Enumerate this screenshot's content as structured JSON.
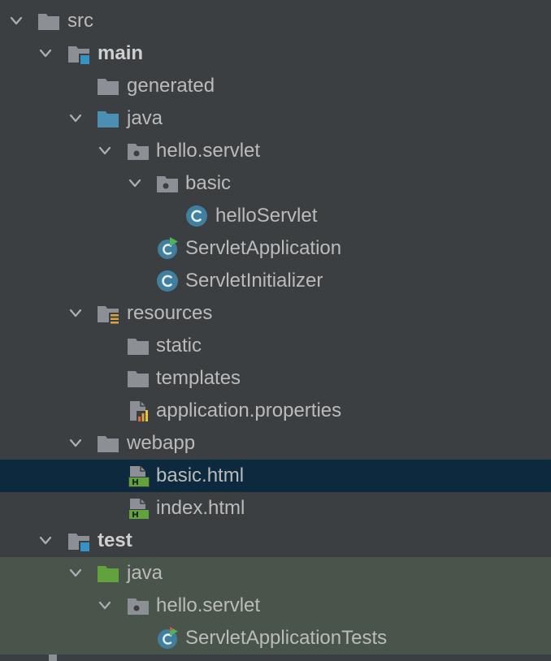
{
  "tree": {
    "src": "src",
    "main": "main",
    "generated": "generated",
    "java_main": "java",
    "hello_servlet_main": "hello.servlet",
    "basic_pkg": "basic",
    "hello_servlet_class": "helloServlet",
    "servlet_application": "ServletApplication",
    "servlet_initializer": "ServletInitializer",
    "resources": "resources",
    "static": "static",
    "templates": "templates",
    "application_properties": "application.properties",
    "webapp": "webapp",
    "basic_html": "basic.html",
    "index_html": "index.html",
    "test": "test",
    "java_test": "java",
    "hello_servlet_test": "hello.servlet",
    "servlet_application_tests": "ServletApplicationTests"
  },
  "colors": {
    "background": "#3c3f41",
    "selected_row": "#0d293e",
    "test_source_bg": "#49544a",
    "text": "#bbbbbb",
    "folder_gray": "#8c9096",
    "folder_source_blue": "#4b8fb3",
    "folder_test_green": "#62a23d",
    "class_icon_blue": "#40809e",
    "module_square_blue": "#3592c4"
  }
}
